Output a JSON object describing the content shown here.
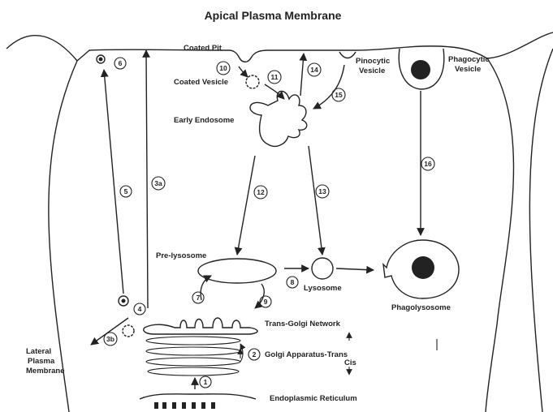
{
  "title": "Apical Plasma Membrane",
  "labels": {
    "coated_pit": "Coated Pit",
    "coated_vesicle": "Coated Vesicle",
    "early_endosome": "Early Endosome",
    "pinocytic_vesicle_1": "Pinocytic",
    "pinocytic_vesicle_2": "Vesicle",
    "phagocytic_vesicle_1": "Phagocytic",
    "phagocytic_vesicle_2": "Vesicle",
    "pre_lysosome": "Pre-lysosome",
    "lysosome": "Lysosome",
    "phagolysosome": "Phagolysosome",
    "trans_golgi_network": "Trans-Golgi Network",
    "golgi_trans": "Golgi Apparatus-Trans",
    "golgi_cis": "Cis",
    "endoplasmic_reticulum": "Endoplasmic Reticulum",
    "lateral_1": "Lateral",
    "lateral_2": "Plasma",
    "lateral_3": "Membrane"
  },
  "pathways": [
    "1",
    "2",
    "3a",
    "3b",
    "4",
    "5",
    "6",
    "7",
    "8",
    "9",
    "10",
    "11",
    "12",
    "13",
    "14",
    "15",
    "16"
  ]
}
